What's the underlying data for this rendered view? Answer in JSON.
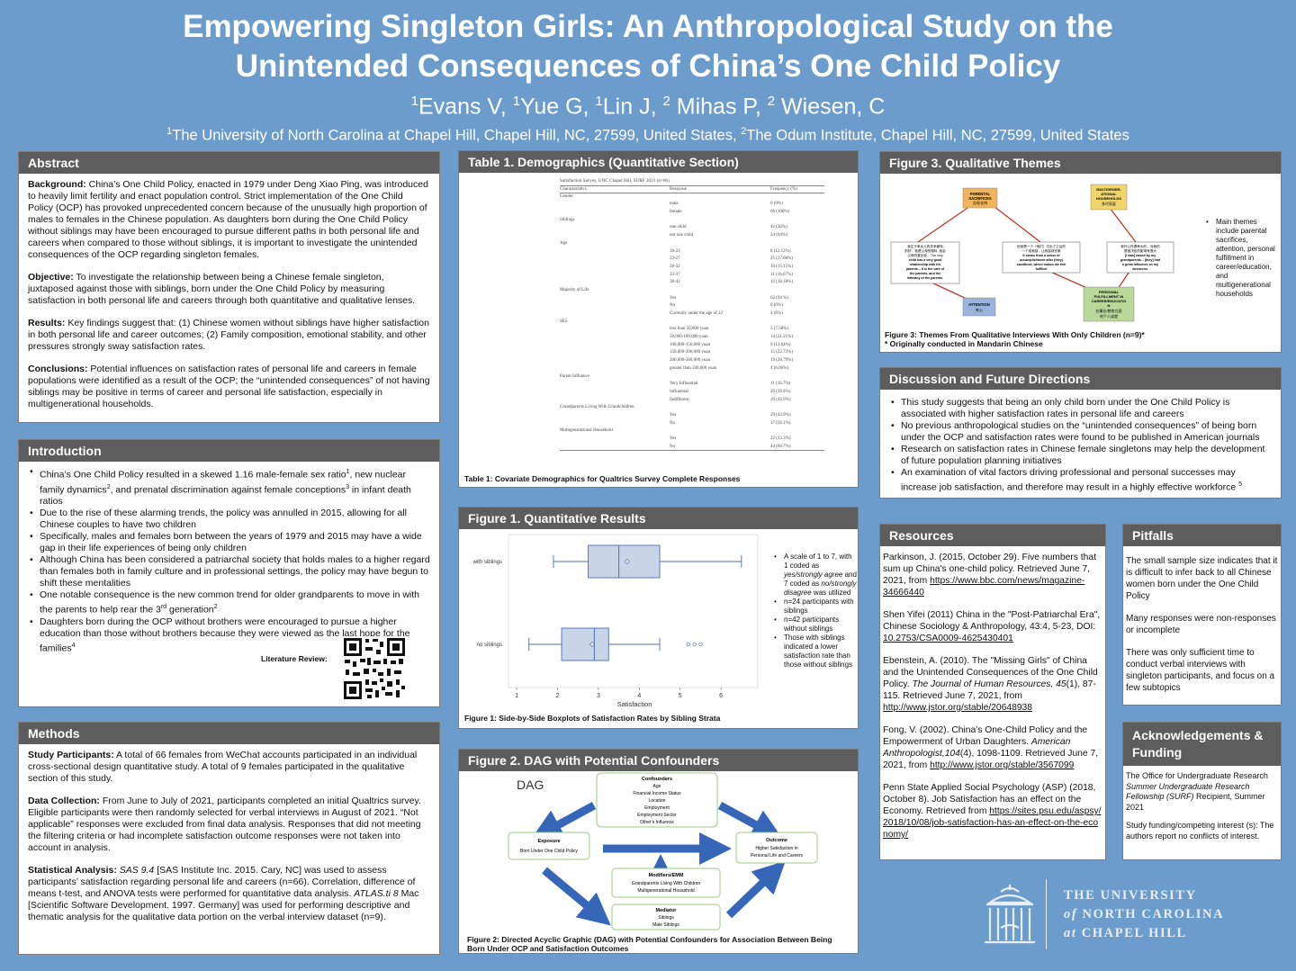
{
  "header": {
    "title_line1": "Empowering Singleton Girls: An Anthropological Study on the",
    "title_line2": "Unintended Consequences of China’s One Child Policy",
    "authors": [
      {
        "sup": "1",
        "name": "Evans V, "
      },
      {
        "sup": "1",
        "name": "Yue G, "
      },
      {
        "sup": "1",
        "name": "Lin J, "
      },
      {
        "sup": "2",
        "name": " Mihas P, "
      },
      {
        "sup": "2",
        "name": " Wiesen, C"
      }
    ],
    "affil": [
      {
        "sup": "1",
        "text": "The University of North Carolina at Chapel Hill, Chapel Hill, NC, 27599, United States, "
      },
      {
        "sup": "2",
        "text": "The Odum Institute, Chapel Hill, NC, 27599, United States"
      }
    ]
  },
  "abstract": {
    "heading": "Abstract",
    "background_label": "Background:",
    "background": " China’s One Child Policy, enacted in 1979 under Deng Xiao Ping, was introduced to heavily limit fertility and enact population control. Strict implementation of the One Child Policy (OCP) has provoked unprecedented concern because of the unusually high proportion of males to females in the Chinese population. As daughters born during the One Child Policy without siblings may have been encouraged to pursue different paths in both personal life and careers when compared to those without siblings, it is important to investigate the unintended consequences of the OCP regarding singleton females.",
    "objective_label": "Objective:",
    "objective": " To investigate the relationship between being a Chinese female singleton, juxtaposed against those with siblings, born under the One Child Policy by measuring satisfaction in both personal life and careers through both quantitative and qualitative lenses.",
    "results_label": "Results:",
    "results": " Key findings suggest that: (1) Chinese women without siblings have higher satisfaction in both personal life and career outcomes; (2) Family composition, emotional stability, and other pressures strongly sway satisfaction rates.",
    "conclusions_label": "Conclusions:",
    "conclusions": " Potential influences on satisfaction rates of personal life and careers in female populations were identified as a result of the OCP; the “unintended consequences” of not having siblings may be positive in terms of career and personal life satisfaction, especially in multigenerational households."
  },
  "introduction": {
    "heading": "Introduction",
    "b1a": "China’s One Child Policy resulted in a skewed 1.16 male-female sex ratio",
    "b1s1": "1",
    "b1b": ", new nuclear family dynamics",
    "b1s2": "2",
    "b1c": ", and prenatal discrimination against female conceptions",
    "b1s3": "3",
    "b1d": " in infant death ratios",
    "b2": "Due to the rise of these alarming trends, the policy was annulled in 2015, allowing for all Chinese couples to have two children",
    "b3": "Specifically, males and females born between the years of 1979 and 2015 may have a wide gap in their life experiences of being only children",
    "b4": "Although China has been considered a patriarchal society that holds males to a higher regard than females both in family culture and in professional settings, the policy may have begun to shift these mentalities",
    "b5a": "One notable consequence is the new common trend for older grandparents to move in with the parents to help rear the 3",
    "b5s": "rd",
    "b5b": " generation",
    "b5s2": "2",
    "b6a": "Daughters born during the OCP without brothers were encouraged to pursue a higher education than those without brothers because they were viewed as the last hope for the families",
    "b6s": "4",
    "lit_label": "Literature Review:"
  },
  "methods": {
    "heading": "Methods",
    "p1_label": "Study Participants:",
    "p1": " A total of 66 females from WeChat accounts participated in an individual cross-sectional design quantitative study. A total of 9 females participated in the qualitative section of this study.",
    "p2_label": "Data Collection:",
    "p2": " From June to July of 2021, participants completed an initial Qualtrics survey. Eligible participants were then randomly selected for verbal interviews in August of 2021. “Not applicable” responses were excluded from final data analysis. Responses that did not meeting the filtering criteria or had incomplete satisfaction outcome responses were not taken into account in analysis.",
    "p3_label": "Statistical Analysis:",
    "p3a_i": " SAS 9.4",
    "p3b": " [SAS Institute Inc. 2015. Cary, NC] was used to assess participants’ satisfaction regarding personal life and careers (n=66). Correlation, difference of means t-test, and ANOVA tests were performed for quantitative data analysis. ",
    "p3c_i": "ATLAS.ti 8",
    "p3d": " Mac [Scientific Software Development. 1997. Germany] was used for performing descriptive and thematic analysis for the qualitative data portion on the verbal interview dataset (n=9)."
  },
  "table1": {
    "heading": "Table 1. Demographics (Quantitative Section)",
    "title": "Satisfaction Survey, UNC Chapel Hill, SURF 2021 (n=66)",
    "headers": [
      "Characteristics",
      "Response",
      "Frequency (%)"
    ],
    "rows": [
      [
        "Gender",
        "",
        ""
      ],
      [
        "",
        "male",
        "0 (0%)"
      ],
      [
        "",
        "female",
        "66 (100%)"
      ],
      [
        "Siblings",
        "",
        ""
      ],
      [
        "",
        "one child",
        "42 (36%)"
      ],
      [
        "",
        "not one child",
        "24 (64%)"
      ],
      [
        "Age",
        "",
        ""
      ],
      [
        "",
        "18-22",
        "8 (12.12%)"
      ],
      [
        "",
        "23-27",
        "25 (37.88%)"
      ],
      [
        "",
        "28-32",
        "10 (15.15%)"
      ],
      [
        "",
        "33-37",
        "11 (16.67%)"
      ],
      [
        "",
        "38-42",
        "12 (18.18%)"
      ],
      [
        "Majority of Life",
        "",
        ""
      ],
      [
        "",
        "Yes",
        "62 (94 %)"
      ],
      [
        "",
        "No",
        "0 (0%)"
      ],
      [
        "",
        "Currently under the age of 22",
        "4 (6%)"
      ],
      [
        "SES",
        "",
        ""
      ],
      [
        "",
        "less than 50,000 yuan",
        "5 (7.58%)"
      ],
      [
        "",
        "50,000-100,000 yuan",
        "14 (21.21%)"
      ],
      [
        "",
        "100,000-150,000 yuan",
        "9 (13.64%)"
      ],
      [
        "",
        "150,000-200,000 yuan",
        "15 (22.73%)"
      ],
      [
        "",
        "200,000-500,000 yuan",
        "19 (28.79%)"
      ],
      [
        "",
        "greater than 500,000 yuan",
        "4 (6.06%)"
      ],
      [
        "Parent Influence",
        "",
        ""
      ],
      [
        "",
        "Very Influential",
        "11 (16.7%)"
      ],
      [
        "",
        "Influential",
        "26 (39.4%)"
      ],
      [
        "",
        "Indifferent",
        "29 (43.9%)"
      ],
      [
        "Grandparents Living With Grandchildren",
        "",
        ""
      ],
      [
        "",
        "Yes",
        "29 (43.9%)"
      ],
      [
        "",
        "No",
        "37 (56.1%)"
      ],
      [
        "Multigenerational Household",
        "",
        ""
      ],
      [
        "",
        "Yes",
        "22 (33.3%)"
      ],
      [
        "",
        "No",
        "44 (66.7%)"
      ]
    ],
    "caption": "Table 1: Covariate Demographics for Qualtrics Survey Complete Responses"
  },
  "figure1": {
    "heading": "Figure 1. Quantitative Results",
    "caption": "Figure 1: Side-by-Side Boxplots of Satisfaction Rates by Sibling Strata",
    "bullets": [
      {
        "a": "A scale of 1 to 7, with 1 coded as ",
        "i": "yes/strongly agree",
        "b": " and 7 coded as ",
        "i2": "no/strongly disagree",
        "c": " was utilized"
      },
      {
        "a": "n=24 participants with siblings"
      },
      {
        "a": "n=42 participants without siblings"
      },
      {
        "a": "Those with siblings indicated a lower satisfaction rate than those without siblings"
      }
    ]
  },
  "chart_data": {
    "type": "boxplot",
    "xlabel": "Satisfaction",
    "xlim": [
      0.8,
      6.9
    ],
    "ticks": [
      1,
      2,
      3,
      4,
      5,
      6
    ],
    "series": [
      {
        "name": "with siblings",
        "whisker_low": 1.9,
        "q1": 2.75,
        "median": 3.5,
        "mean": 3.7,
        "q3": 4.5,
        "whisker_high": 6.5,
        "outliers": []
      },
      {
        "name": "no siblings",
        "whisker_low": 1.3,
        "q1": 2.1,
        "median": 2.9,
        "mean": 2.85,
        "q3": 3.25,
        "whisker_high": 4.5,
        "outliers": [
          5.2,
          5.35,
          5.5
        ]
      }
    ]
  },
  "figure2": {
    "heading": "Figure 2. DAG with Potential Confounders",
    "dag_label": "DAG",
    "confounders_title": "Confounders",
    "confounders": [
      "Age",
      "Financial Income Status",
      "Location",
      "Employment",
      "Employment Sector",
      "Other’s Influence"
    ],
    "exposure_title": "Exposure",
    "exposure": "Born Under One Child Policy",
    "outcome_title": "Outcome",
    "outcome": [
      "Higher Satisfaction in",
      "Personal Life and Careers"
    ],
    "modifiers_title": "Modifiers/EMM",
    "modifiers": [
      "Grandparents Living With Children",
      "Multigenerational Household"
    ],
    "mediator_title": "Mediator",
    "mediator": [
      "Siblings",
      "Male Siblings"
    ],
    "caption": "Figure 2: Directed Acyclic Graphic (DAG) with Potential Confounders for Association Between Being Born Under OCP and Satisfaction Outcomes"
  },
  "figure3": {
    "heading": "Figure 3. Qualitative Themes",
    "nodes": {
      "parental": [
        "PARENTAL",
        "SACRIFICES",
        "父母支持"
      ],
      "multigen": [
        "MULTIGENER-",
        "ATIONAL",
        "HOUSEHOLDS",
        "多代家庭"
      ],
      "attention": [
        "ATTENTION",
        "关心"
      ],
      "personal": [
        "PERSONAL",
        "FULFILLMENT IN",
        "CAREER/EDUCATIO",
        "N",
        "在事业/教育方面",
        "的个人成就"
      ]
    },
    "quotes": {
      "q1": [
        "我生于单女儿的关系都特",
        "别好... 就是父母的照料, 就会",
        "父母的爱比较... The only",
        "child has a very good",
        "relationship with his",
        "parents... It is the care of",
        "the parents, and the",
        "intimacy of the parents."
      ],
      "q2": [
        "但就是一个（他们）付出了之后的",
        "一个成就感，让我感到完美",
        "It stems from a sense of",
        "accomplishment after (they)",
        "sacrificed, which makes me feel",
        "fulfilled"
      ],
      "q3": [
        "我外公外婆养大的... 对我的",
        "塑造决定的影响有很大",
        "[I was] raised by my",
        "grandparents... [they] had",
        "a great influence on my",
        "decisions."
      ]
    },
    "side_text": "Main themes include parental sacrifices, attention, personal fulfillment in career/education, and multigenerational households",
    "caption1": "Figure 3: Themes From Qualitative Interviews With Only Children (n=9)*",
    "caption2": "* Originally conducted in Mandarin Chinese"
  },
  "discussion": {
    "heading": "Discussion and Future Directions",
    "bullets": [
      "This study suggests that being an only child born under the One Child Policy is associated with higher satisfaction rates in personal life and careers",
      "No previous anthropological studies on the “unintended consequences” of being born under the OCP and satisfaction rates were found to be published in American journals",
      "Research on satisfaction rates in Chinese female singletons may help the development of future population planning initiatives"
    ],
    "b4": "An examination of vital factors driving professional and personal successes may increase job satisfaction, and therefore may result in a highly effective workforce ",
    "b4s": "5"
  },
  "resources": {
    "heading": "Resources",
    "r1a": "Parkinson, J. (2015, October 29). Five numbers that sum up China's one-child policy. Retrieved June 7, 2021, from ",
    "r1link": "https://www.bbc.com/news/magazine-34666440",
    "r2a": "Shen Yifei (2011) China in the \"Post-Patriarchal Era\", Chinese Sociology & Anthropology, 43:4, 5-23, DOI: ",
    "r2link": "10.2753/CSA0009-4625430401",
    "r3a": "Ebenstein, A. (2010). The \"Missing Girls\" of China and the Unintended Consequences of the One Child Policy. ",
    "r3i": "The Journal of Human Resources, 45",
    "r3b": "(1), 87-115. Retrieved June 7, 2021, from ",
    "r3link": "http://www.jstor.org/stable/20648938",
    "r4a": "Fong, V. (2002). China's One-Child Policy and the Empowerment of Urban Daughters. ",
    "r4i": "American Anthropologist,104",
    "r4b": "(4), 1098-1109. Retrieved June 7, 2021, from ",
    "r4link": "http://www.jstor.org/stable/3567099",
    "r5a": "Penn State Applied Social Psychology (ASP) (2018, October 8). Job Satisfaction has an effect on the Economy. Retrieved from ",
    "r5link": "https://sites.psu.edu/aspsy/2018/10/08/job-satisfaction-has-an-effect-on-the-economy/"
  },
  "pitfalls": {
    "heading": "Pitfalls",
    "p1": "The small sample size indicates that it is difficult to infer back to all Chinese women born under the One Child Policy",
    "p2": "Many responses were non-responses or incomplete",
    "p3": "There was only sufficient time to conduct verbal interviews with singleton participants, and focus on a few subtopics"
  },
  "ack": {
    "heading": "Acknowledgements & Funding",
    "p1a": "The Office for Undergraduate Research ",
    "p1i": "Summer Undergraduate Research Fellowship (SURF)",
    "p1b": " Recipient, Summer 2021",
    "p2": "Study funding/competing interest (s): The authors report no conflicts of interest."
  },
  "logo": {
    "line1": "THE UNIVERSITY",
    "line2_i": "of",
    "line2": " NORTH CAROLINA",
    "line3_i": "at",
    "line3": " CHAPEL HILL"
  },
  "colors": {
    "background": "#6b9ccc",
    "panel_header": "#5d5d5d",
    "box_fill": "#c9d4e8",
    "box_stroke": "#4a6fb5",
    "arrow": "#3566b8",
    "green_node": "#b9d89a",
    "yellow_node": "#f2d46c",
    "orange_node": "#f0b45c",
    "blue_node": "#9bb4dd"
  }
}
